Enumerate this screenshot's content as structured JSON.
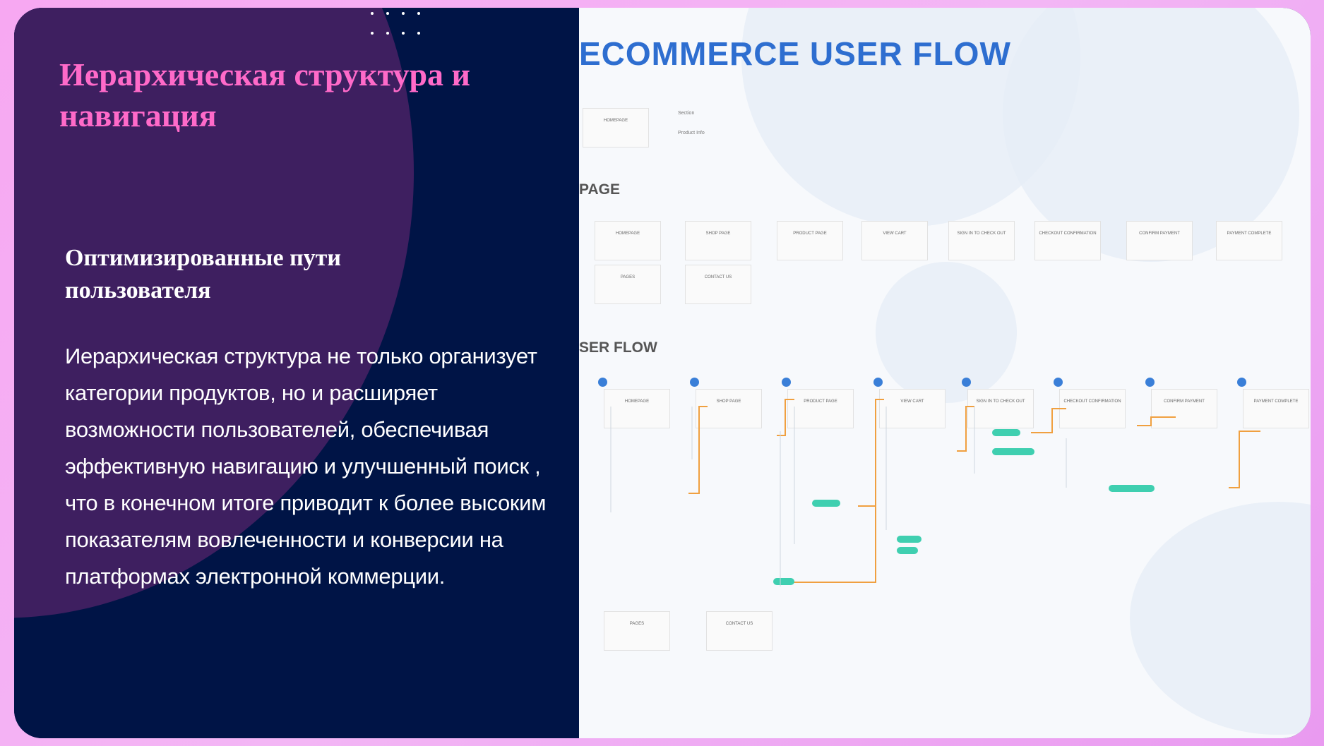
{
  "slide": {
    "title": "Иерархическая структура и навигация",
    "subtitle": "Оптимизированные пути пользователя",
    "body": "Иерархическая структура не только организует категории продуктов, но и расширяет возможности пользователей, обеспечивая эффективную навигацию и улучшенный поиск , что в конечном итоге приводит к более высоким показателям вовлеченности и конверсии на платформах электронной коммерции."
  },
  "image": {
    "title": "ECOMMERCE USER FLOW",
    "section_page": "PAGE",
    "section_flow": "SER FLOW",
    "legend": [
      "HOMEPAGE",
      "Section",
      "Product Info"
    ],
    "pages": [
      "HOMEPAGE",
      "SHOP PAGE",
      "PRODUCT PAGE",
      "VIEW CART",
      "SIGN IN TO CHECK OUT",
      "CHECKOUT CONFIRMATION",
      "CONFIRM PAYMENT",
      "PAYMENT COMPLETE",
      "PAGES",
      "CONTACT US"
    ],
    "colors": {
      "title": "#2e6ed0",
      "connector": "#f0a040",
      "action": "#3fcfb0"
    }
  }
}
